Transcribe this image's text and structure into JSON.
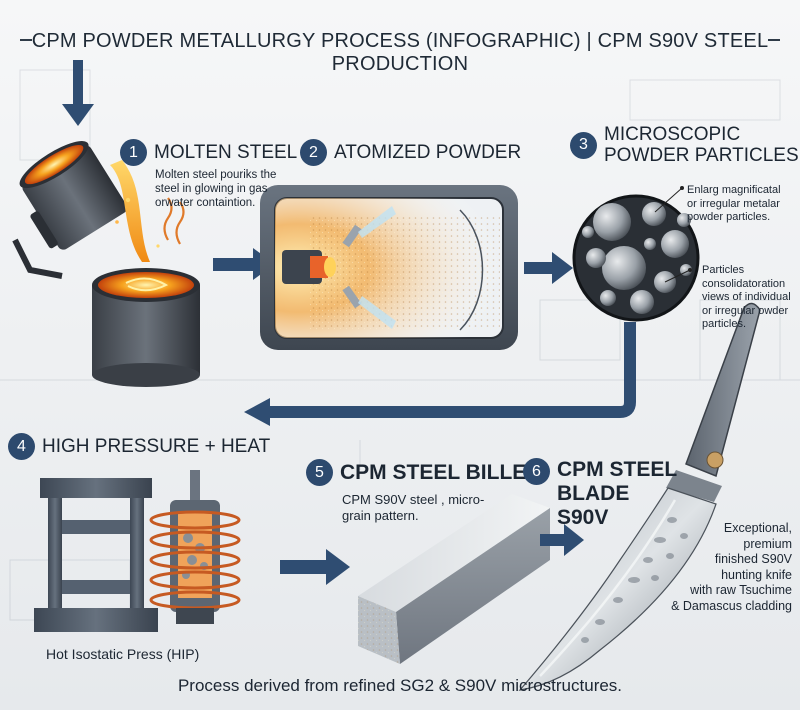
{
  "title": "CPM POWDER METALLURGY PROCESS (INFOGRAPHIC) | CPM S90V STEEL PRODUCTION",
  "steps": [
    {
      "number": "1",
      "title": "MOLTEN STEEL",
      "description": [
        "Molten steel pouriks the",
        "steel in glowing in gas",
        "orwater containtion."
      ]
    },
    {
      "number": "2",
      "title": "ATOMIZED POWDER"
    },
    {
      "number": "3",
      "title": [
        "MICROSCOPIC",
        "POWDER PARTICLES"
      ],
      "notes": [
        [
          "Enlarg magnificatal",
          "or irregular metalar",
          "powder particles."
        ],
        [
          "Particles",
          "consolidatoration",
          "views of individual",
          "or irregular owder",
          "particles."
        ]
      ]
    },
    {
      "number": "4",
      "title": "HIGH PRESSURE + HEAT",
      "caption": "Hot Isostatic Press (HIP)"
    },
    {
      "number": "5",
      "title": "CPM STEEL BILLET",
      "description": [
        "CPM S90V steel , micro-",
        "grain pattern."
      ]
    },
    {
      "number": "6",
      "title": [
        "CPM STEEL",
        "BLADE",
        "S90V"
      ],
      "description": [
        "Exceptional,",
        "premium",
        "finished S90V",
        "hunting knife",
        "with raw Tsuchime",
        "& Damascus cladding"
      ]
    }
  ],
  "footer": "Process derived from refined SG2 & S90V microstructures.",
  "colors": {
    "accent": "#2d4a6e",
    "arrow": "#2f4d72",
    "molten": "#f29a1e",
    "steel": "#6f7884",
    "copper": "#c65a22"
  }
}
